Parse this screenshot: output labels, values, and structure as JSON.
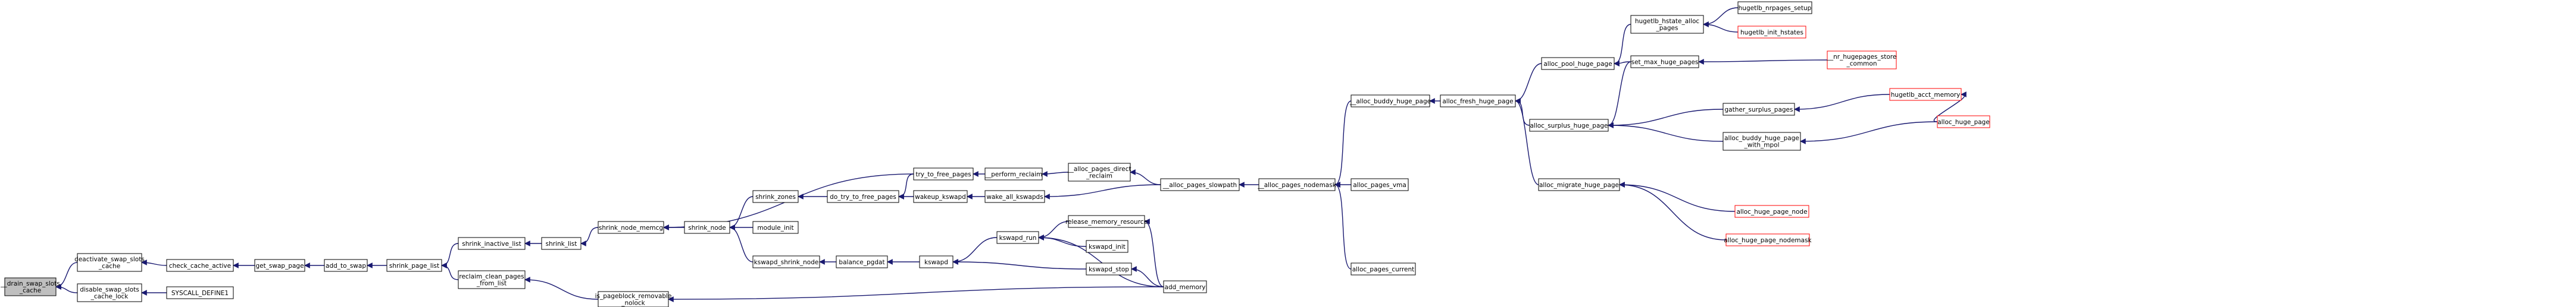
{
  "colors": {
    "edge": "#191970",
    "node_border": "#000000",
    "node_fill": "#ffffff",
    "focus_fill": "#bfbfbf",
    "truncated_border": "#ff0000"
  },
  "nodes": {
    "drain_swap_slots_cache": {
      "lines": [
        "__drain_swap_slots",
        "_cache"
      ],
      "kind": "focus"
    },
    "deactivate_swap_slots_cache": {
      "lines": [
        "deactivate_swap_slots",
        "_cache"
      ],
      "kind": "normal"
    },
    "disable_swap_slots_cache_lock": {
      "lines": [
        "disable_swap_slots",
        "_cache_lock"
      ],
      "kind": "normal"
    },
    "check_cache_active": {
      "lines": [
        "check_cache_active"
      ],
      "kind": "normal"
    },
    "syscall_define1": {
      "lines": [
        "SYSCALL_DEFINE1"
      ],
      "kind": "normal"
    },
    "get_swap_page": {
      "lines": [
        "get_swap_page"
      ],
      "kind": "normal"
    },
    "add_to_swap": {
      "lines": [
        "add_to_swap"
      ],
      "kind": "normal"
    },
    "shrink_page_list": {
      "lines": [
        "shrink_page_list"
      ],
      "kind": "normal"
    },
    "shrink_inactive_list": {
      "lines": [
        "shrink_inactive_list"
      ],
      "kind": "normal"
    },
    "reclaim_clean_pages_from_list": {
      "lines": [
        "reclaim_clean_pages",
        "_from_list"
      ],
      "kind": "normal"
    },
    "shrink_list": {
      "lines": [
        "shrink_list"
      ],
      "kind": "normal"
    },
    "is_pageblock_removable_nolock": {
      "lines": [
        "is_pageblock_removable",
        "_nolock"
      ],
      "kind": "normal"
    },
    "shrink_node_memcg": {
      "lines": [
        "shrink_node_memcg"
      ],
      "kind": "normal"
    },
    "shrink_node": {
      "lines": [
        "shrink_node"
      ],
      "kind": "normal"
    },
    "shrink_zones": {
      "lines": [
        "shrink_zones"
      ],
      "kind": "normal"
    },
    "module_init": {
      "lines": [
        "module_init"
      ],
      "kind": "normal"
    },
    "kswapd_shrink_node": {
      "lines": [
        "kswapd_shrink_node"
      ],
      "kind": "normal"
    },
    "do_try_to_free_pages": {
      "lines": [
        "do_try_to_free_pages"
      ],
      "kind": "normal"
    },
    "balance_pgdat": {
      "lines": [
        "balance_pgdat"
      ],
      "kind": "normal"
    },
    "try_to_free_pages": {
      "lines": [
        "try_to_free_pages"
      ],
      "kind": "normal"
    },
    "wakeup_kswapd": {
      "lines": [
        "wakeup_kswapd"
      ],
      "kind": "normal"
    },
    "kswapd": {
      "lines": [
        "kswapd"
      ],
      "kind": "normal"
    },
    "perform_reclaim": {
      "lines": [
        "__perform_reclaim"
      ],
      "kind": "normal"
    },
    "wake_all_kswapds": {
      "lines": [
        "wake_all_kswapds"
      ],
      "kind": "normal"
    },
    "kswapd_run": {
      "lines": [
        "kswapd_run"
      ],
      "kind": "normal"
    },
    "alloc_pages_direct_reclaim": {
      "lines": [
        "__alloc_pages_direct",
        "_reclaim"
      ],
      "kind": "normal"
    },
    "release_memory_resource": {
      "lines": [
        "release_memory_resource"
      ],
      "kind": "normal"
    },
    "kswapd_init": {
      "lines": [
        "kswapd_init"
      ],
      "kind": "normal"
    },
    "kswapd_stop": {
      "lines": [
        "kswapd_stop"
      ],
      "kind": "normal"
    },
    "alloc_pages_slowpath": {
      "lines": [
        "__alloc_pages_slowpath"
      ],
      "kind": "normal"
    },
    "add_memory": {
      "lines": [
        "add_memory"
      ],
      "kind": "normal"
    },
    "alloc_pages_nodemask": {
      "lines": [
        "__alloc_pages_nodemask"
      ],
      "kind": "normal"
    },
    "alloc_buddy_huge_page": {
      "lines": [
        "__alloc_buddy_huge_page"
      ],
      "kind": "normal"
    },
    "alloc_pages_vma": {
      "lines": [
        "alloc_pages_vma"
      ],
      "kind": "normal"
    },
    "alloc_pages_current": {
      "lines": [
        "alloc_pages_current"
      ],
      "kind": "normal"
    },
    "alloc_fresh_huge_page": {
      "lines": [
        "alloc_fresh_huge_page"
      ],
      "kind": "normal"
    },
    "alloc_pool_huge_page": {
      "lines": [
        "alloc_pool_huge_page"
      ],
      "kind": "normal"
    },
    "alloc_surplus_huge_page": {
      "lines": [
        "alloc_surplus_huge_page"
      ],
      "kind": "normal"
    },
    "alloc_migrate_huge_page": {
      "lines": [
        "alloc_migrate_huge_page"
      ],
      "kind": "normal"
    },
    "hugetlb_hstate_alloc_pages": {
      "lines": [
        "hugetlb_hstate_alloc",
        "_pages"
      ],
      "kind": "normal"
    },
    "set_max_huge_pages": {
      "lines": [
        "set_max_huge_pages"
      ],
      "kind": "normal"
    },
    "gather_surplus_pages": {
      "lines": [
        "gather_surplus_pages"
      ],
      "kind": "normal"
    },
    "alloc_buddy_huge_page_with_mpol": {
      "lines": [
        "alloc_buddy_huge_page",
        "_with_mpol"
      ],
      "kind": "normal"
    },
    "alloc_huge_page_node": {
      "lines": [
        "alloc_huge_page_node"
      ],
      "kind": "truncated"
    },
    "alloc_huge_page_nodemask": {
      "lines": [
        "alloc_huge_page_nodemask"
      ],
      "kind": "truncated"
    },
    "hugetlb_nrpages_setup": {
      "lines": [
        "hugetlb_nrpages_setup"
      ],
      "kind": "normal"
    },
    "hugetlb_init_hstates": {
      "lines": [
        "hugetlb_init_hstates"
      ],
      "kind": "truncated"
    },
    "nr_hugepages_store_common": {
      "lines": [
        "__nr_hugepages_store",
        "_common"
      ],
      "kind": "truncated"
    },
    "hugetlb_acct_memory": {
      "lines": [
        "hugetlb_acct_memory"
      ],
      "kind": "truncated"
    },
    "alloc_huge_page": {
      "lines": [
        "alloc_huge_page"
      ],
      "kind": "truncated"
    }
  },
  "edges": [
    [
      "deactivate_swap_slots_cache",
      "drain_swap_slots_cache"
    ],
    [
      "disable_swap_slots_cache_lock",
      "drain_swap_slots_cache"
    ],
    [
      "check_cache_active",
      "deactivate_swap_slots_cache"
    ],
    [
      "syscall_define1",
      "disable_swap_slots_cache_lock"
    ],
    [
      "get_swap_page",
      "check_cache_active"
    ],
    [
      "add_to_swap",
      "get_swap_page"
    ],
    [
      "shrink_page_list",
      "add_to_swap"
    ],
    [
      "shrink_inactive_list",
      "shrink_page_list"
    ],
    [
      "reclaim_clean_pages_from_list",
      "shrink_page_list"
    ],
    [
      "shrink_list",
      "shrink_inactive_list"
    ],
    [
      "is_pageblock_removable_nolock",
      "reclaim_clean_pages_from_list"
    ],
    [
      "shrink_node_memcg",
      "shrink_list"
    ],
    [
      "shrink_node",
      "shrink_node_memcg"
    ],
    [
      "try_to_free_pages",
      "shrink_node_memcg"
    ],
    [
      "add_memory",
      "is_pageblock_removable_nolock"
    ],
    [
      "shrink_zones",
      "shrink_node"
    ],
    [
      "module_init",
      "shrink_node"
    ],
    [
      "kswapd_shrink_node",
      "shrink_node"
    ],
    [
      "do_try_to_free_pages",
      "shrink_zones"
    ],
    [
      "balance_pgdat",
      "kswapd_shrink_node"
    ],
    [
      "try_to_free_pages",
      "do_try_to_free_pages"
    ],
    [
      "wakeup_kswapd",
      "do_try_to_free_pages"
    ],
    [
      "kswapd",
      "balance_pgdat"
    ],
    [
      "perform_reclaim",
      "try_to_free_pages"
    ],
    [
      "wake_all_kswapds",
      "wakeup_kswapd"
    ],
    [
      "kswapd_run",
      "kswapd"
    ],
    [
      "kswapd_stop",
      "kswapd"
    ],
    [
      "alloc_pages_direct_reclaim",
      "perform_reclaim"
    ],
    [
      "alloc_pages_slowpath",
      "wake_all_kswapds"
    ],
    [
      "release_memory_resource",
      "kswapd_run"
    ],
    [
      "kswapd_init",
      "kswapd_run"
    ],
    [
      "add_memory",
      "kswapd_run"
    ],
    [
      "add_memory",
      "kswapd_stop"
    ],
    [
      "alloc_pages_slowpath",
      "alloc_pages_direct_reclaim"
    ],
    [
      "add_memory",
      "release_memory_resource"
    ],
    [
      "alloc_pages_nodemask",
      "alloc_pages_slowpath"
    ],
    [
      "alloc_buddy_huge_page",
      "alloc_pages_nodemask"
    ],
    [
      "alloc_pages_vma",
      "alloc_pages_nodemask"
    ],
    [
      "alloc_pages_current",
      "alloc_pages_nodemask"
    ],
    [
      "alloc_fresh_huge_page",
      "alloc_buddy_huge_page"
    ],
    [
      "alloc_pool_huge_page",
      "alloc_fresh_huge_page"
    ],
    [
      "alloc_surplus_huge_page",
      "alloc_fresh_huge_page"
    ],
    [
      "alloc_migrate_huge_page",
      "alloc_fresh_huge_page"
    ],
    [
      "hugetlb_hstate_alloc_pages",
      "alloc_pool_huge_page"
    ],
    [
      "set_max_huge_pages",
      "alloc_pool_huge_page"
    ],
    [
      "set_max_huge_pages",
      "alloc_surplus_huge_page"
    ],
    [
      "gather_surplus_pages",
      "alloc_surplus_huge_page"
    ],
    [
      "alloc_buddy_huge_page_with_mpol",
      "alloc_surplus_huge_page"
    ],
    [
      "alloc_huge_page_node",
      "alloc_migrate_huge_page"
    ],
    [
      "alloc_huge_page_nodemask",
      "alloc_migrate_huge_page"
    ],
    [
      "hugetlb_nrpages_setup",
      "hugetlb_hstate_alloc_pages"
    ],
    [
      "hugetlb_init_hstates",
      "hugetlb_hstate_alloc_pages"
    ],
    [
      "nr_hugepages_store_common",
      "set_max_huge_pages"
    ],
    [
      "hugetlb_acct_memory",
      "gather_surplus_pages"
    ],
    [
      "alloc_huge_page",
      "alloc_buddy_huge_page_with_mpol"
    ],
    [
      "alloc_huge_page",
      "hugetlb_acct_memory"
    ]
  ]
}
